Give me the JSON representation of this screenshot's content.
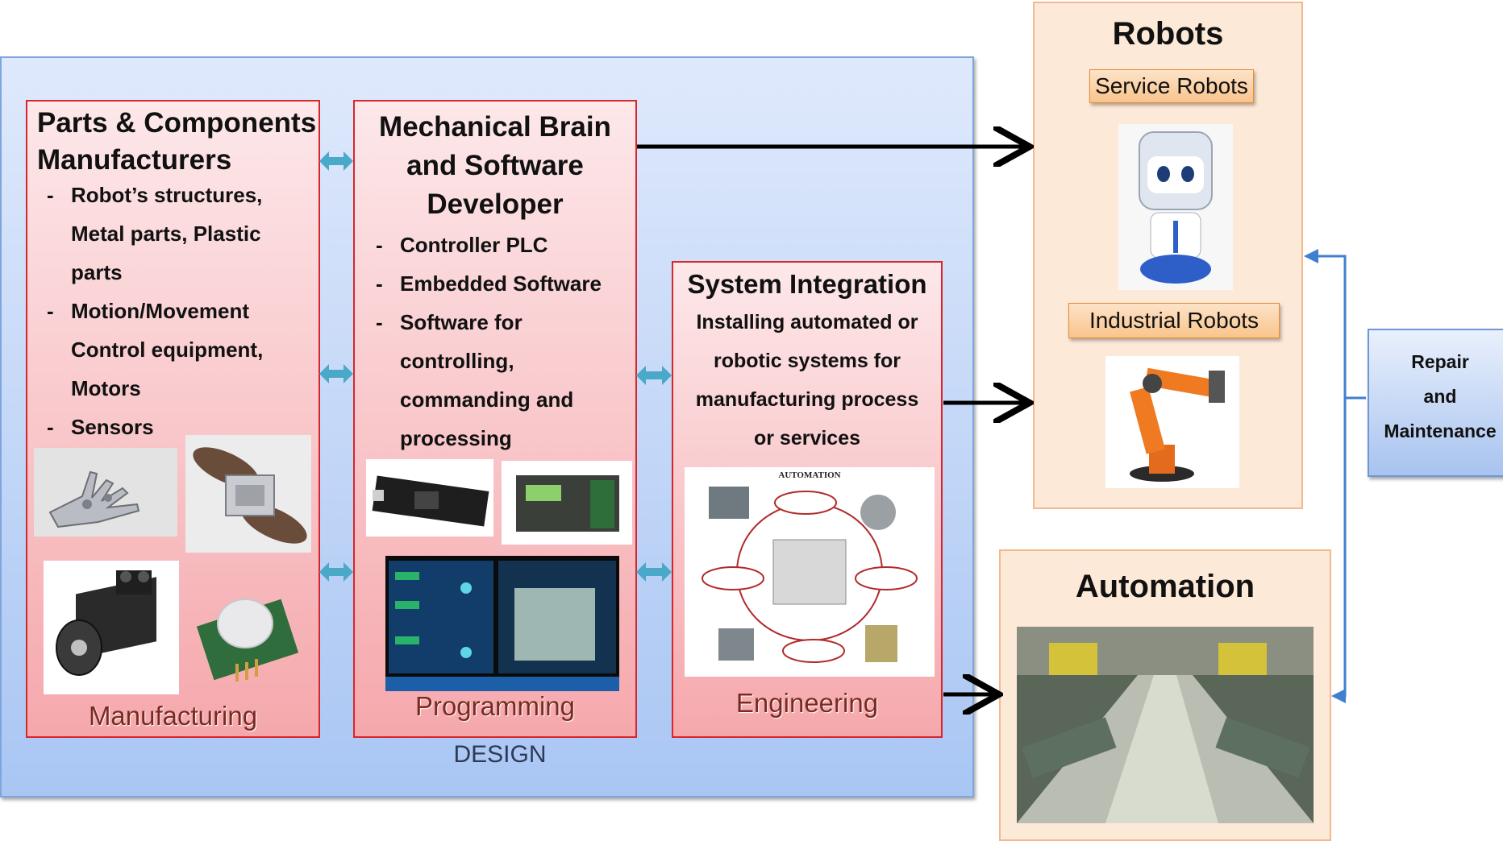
{
  "design_label": "DESIGN",
  "parts": {
    "title_line1": "Parts & Components",
    "title_line2": "Manufacturers",
    "items": [
      "Robot’s structures,",
      "Metal parts, Plastic",
      "parts",
      "Motion/Movement",
      "Control equipment,",
      "Motors",
      "Sensors"
    ],
    "footer": "Manufacturing"
  },
  "brain": {
    "title_line1": "Mechanical Brain",
    "title_line2": "and Software",
    "title_line3": "Developer",
    "items": [
      "Controller PLC",
      "Embedded Software",
      "Software for",
      "controlling,",
      "commanding and",
      "processing"
    ],
    "footer": "Programming"
  },
  "integration": {
    "title": "System Integration",
    "lines": [
      "Installing automated or",
      "robotic systems for",
      "manufacturing process",
      "or services"
    ],
    "automation_image_title": "AUTOMATION",
    "footer": "Engineering"
  },
  "robots": {
    "title": "Robots",
    "service_label": "Service Robots",
    "industrial_label": "Industrial Robots"
  },
  "automation": {
    "title": "Automation"
  },
  "repair": {
    "line1": "Repair",
    "line2": "and",
    "line3": "Maintenance"
  },
  "colors": {
    "panel_border": "#d6262b",
    "arrow_double": "#4aa8c8",
    "arrow_feedback": "#3f7fd0",
    "footer_text": "#7a2a20"
  }
}
